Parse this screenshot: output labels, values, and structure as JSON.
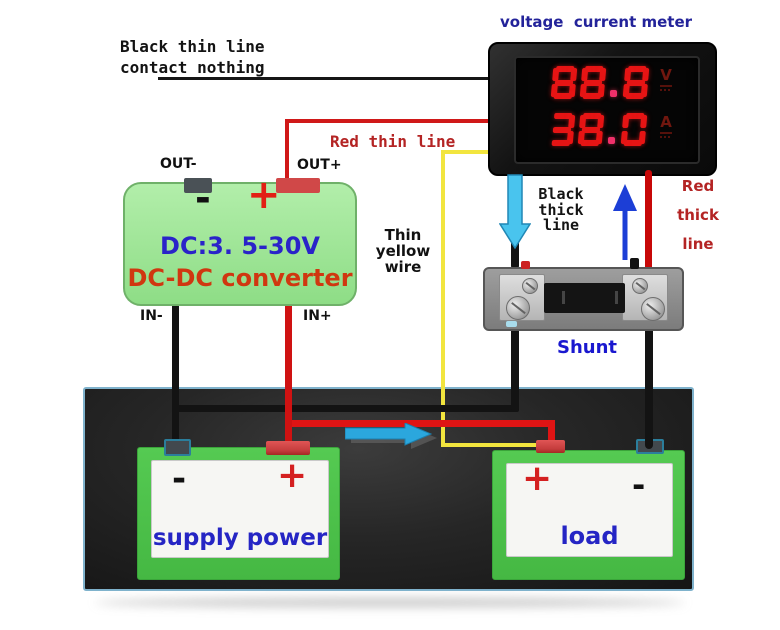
{
  "title": "voltage  current meter",
  "meter": {
    "voltage": "88.8",
    "voltage_unit": "V",
    "current": "38.0",
    "current_unit": "A"
  },
  "annotations": {
    "black_thin": [
      "Black thin line",
      "contact nothing"
    ],
    "red_thin": "Red thin line",
    "yellow_wire": [
      "Thin",
      "yellow",
      "wire"
    ],
    "black_thick": [
      "Black",
      "thick",
      "line"
    ],
    "red_thick": [
      "Red",
      "thick",
      "line"
    ],
    "shunt": "Shunt"
  },
  "converter": {
    "out_minus": "OUT-",
    "out_plus": "OUT+",
    "in_minus": "IN-",
    "in_plus": "IN+",
    "minus": "-",
    "plus": "+",
    "spec": "DC:3. 5-30V",
    "name": "DC-DC converter"
  },
  "supply": {
    "minus": "-",
    "plus": "+",
    "name": "supply power"
  },
  "load": {
    "plus": "+",
    "minus": "-",
    "name": "load"
  },
  "colors": {
    "wire_black": "#131313",
    "wire_red_thin": "#d01818",
    "wire_red_thick": "#cc0a0a",
    "wire_yellow": "#f2e53e",
    "label_blue": "#23239a",
    "label_red": "#b42424",
    "battery_text_blue": "#2525c4",
    "battery_green": "#4ec34b",
    "converter_green": "#9de596",
    "converter_spec_blue": "#2a23c9",
    "converter_name_red": "#d03710",
    "led_red": "#e61414",
    "arrow_cyan": "#2ba7dd",
    "arrow_blue": "#1c3ed6"
  }
}
